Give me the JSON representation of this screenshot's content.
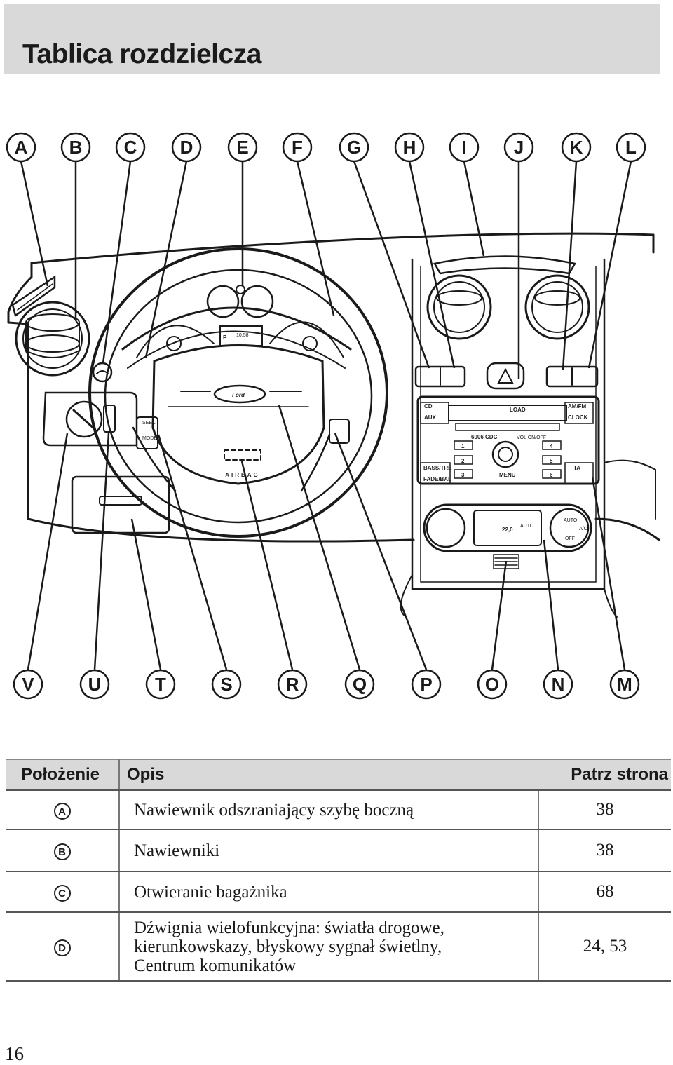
{
  "header": {
    "title": "Tablica rozdzielcza"
  },
  "callouts": {
    "top": [
      "A",
      "B",
      "C",
      "D",
      "E",
      "F",
      "G",
      "H",
      "I",
      "J",
      "K",
      "L"
    ],
    "bottom": [
      "V",
      "U",
      "T",
      "S",
      "R",
      "Q",
      "P",
      "O",
      "N",
      "M"
    ]
  },
  "dashboard_labels": {
    "brand": "Ford",
    "airbag": "AIRBAG",
    "radio_model": "6006 CDC",
    "vol": "VOL ON/OFF",
    "cd": "CD",
    "aux": "AUX",
    "load": "LOAD",
    "amfm": "AM/FM",
    "clock": "CLOCK",
    "bass": "BASS/TRE",
    "fade": "FADE/BAL",
    "menu": "MENU",
    "ta": "TA",
    "auto": "AUTO",
    "ac": "A/C",
    "off": "OFF",
    "presets": [
      "1",
      "2",
      "3",
      "4",
      "5",
      "6"
    ],
    "climate_temp": "22,0",
    "seek": "SEEK",
    "mode": "MODE",
    "odo": "P",
    "clock_display": "10:58"
  },
  "table": {
    "headers": {
      "ref": "Położenie",
      "desc": "Opis",
      "page": "Patrz strona"
    },
    "rows": [
      {
        "ref": "A",
        "desc": "Nawiewnik odszraniający szybę boczną",
        "page": "38"
      },
      {
        "ref": "B",
        "desc": "Nawiewniki",
        "page": "38"
      },
      {
        "ref": "C",
        "desc": "Otwieranie bagażnika",
        "page": "68"
      },
      {
        "ref": "D",
        "desc_lines": [
          "Dźwignia wielofunkcyjna: światła drogowe,",
          "kierunkowskazy, błyskowy sygnał świetlny,",
          "Centrum komunikatów"
        ],
        "page": "24, 53"
      }
    ]
  },
  "footer": {
    "page_number": "16"
  }
}
